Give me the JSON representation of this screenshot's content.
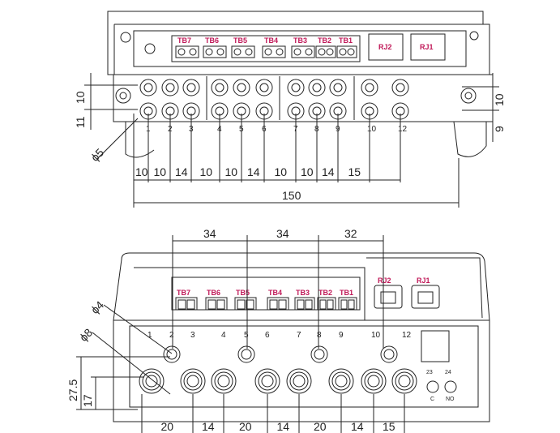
{
  "top_view": {
    "terminal_blocks": [
      "TB7",
      "TB6",
      "TB5",
      "TB4",
      "TB3",
      "TB2",
      "TB1"
    ],
    "rj_ports": [
      "RJ2",
      "RJ1"
    ],
    "terminal_numbers": [
      "1",
      "2",
      "3",
      "4",
      "5",
      "6",
      "7",
      "8",
      "9",
      "10",
      "12"
    ],
    "dim_pitches": [
      "10",
      "10",
      "14",
      "10",
      "10",
      "14",
      "10",
      "10",
      "14",
      "15"
    ],
    "dim_total": "150",
    "dim_left_1": "10",
    "dim_left_2": "11",
    "dim_hole": "ϕ5",
    "dim_right_1": "10",
    "dim_right_2": "9"
  },
  "front_view": {
    "top_dims": [
      "34",
      "34",
      "32"
    ],
    "terminal_blocks": [
      "TB7",
      "TB6",
      "TB5",
      "TB4",
      "TB3",
      "TB2",
      "TB1"
    ],
    "rj_ports": [
      "RJ2",
      "RJ1"
    ],
    "terminal_numbers": [
      "1",
      "2",
      "3",
      "4",
      "5",
      "6",
      "7",
      "8",
      "9",
      "10",
      "12"
    ],
    "aux_numbers": [
      "23",
      "24"
    ],
    "aux_labels": [
      "C",
      "NO"
    ],
    "dim_small_hole": "ϕ4",
    "dim_large_hole": "ϕ8",
    "dim_height_1": "27.5",
    "dim_height_2": "17",
    "bottom_dims": [
      "20",
      "14",
      "20",
      "14",
      "20",
      "14",
      "15"
    ]
  }
}
